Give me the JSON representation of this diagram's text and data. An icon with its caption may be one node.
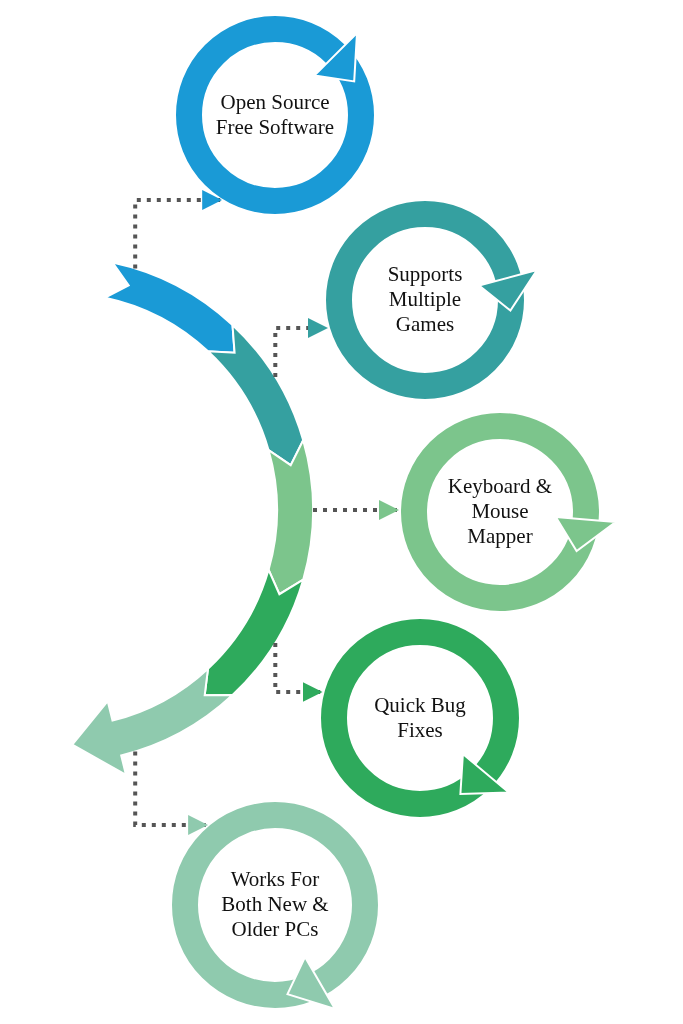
{
  "diagram": {
    "nodes": [
      {
        "text": [],
        "shape": "arrow"
      },
      {
        "text": [],
        "shape": "arrow"
      },
      {
        "text": [],
        "shape": "arrow"
      },
      {
        "text": [],
        "shape": "arrow"
      },
      {
        "text": [],
        "shape": "arrow"
      },
      {
        "text": [
          "Open Source Free Software"
        ]
      },
      {
        "text": [
          "Supports Multiple Games"
        ]
      },
      {
        "text": [
          "Keyboard & Mouse Mapper"
        ]
      },
      {
        "text": [
          "Quick Bug Fixes"
        ]
      },
      {
        "text": [
          "Works For Both New & Older PCs"
        ]
      }
    ],
    "edges": [
      {
        "from": 0,
        "to": 5,
        "arrow": "to"
      },
      {
        "from": 1,
        "to": 6,
        "arrow": "to"
      },
      {
        "from": 2,
        "to": 7,
        "arrow": "to"
      },
      {
        "from": 3,
        "to": 8,
        "arrow": "to"
      },
      {
        "from": 4,
        "to": 9,
        "arrow": "to"
      }
    ]
  }
}
